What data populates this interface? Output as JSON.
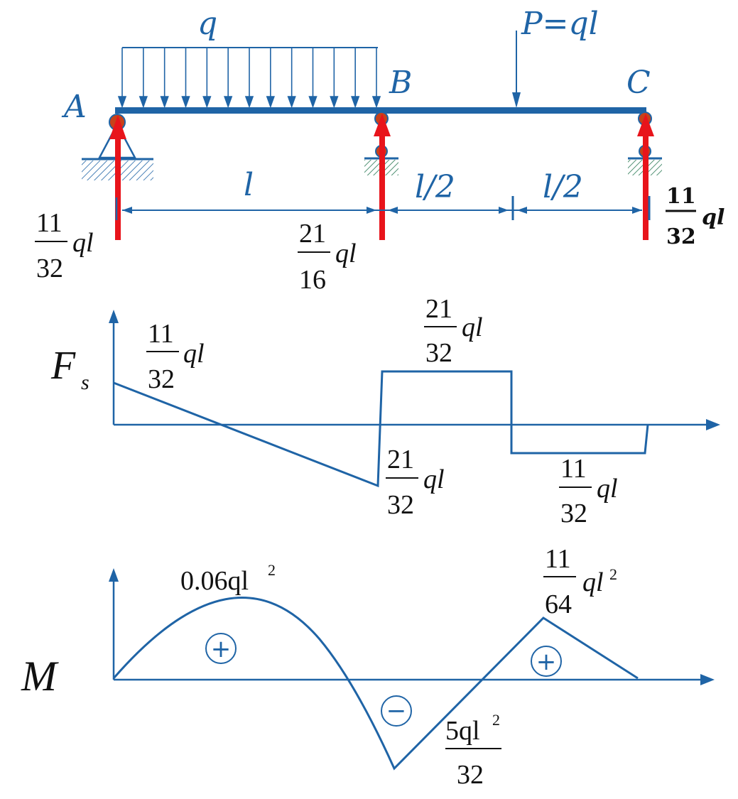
{
  "colors": {
    "structure": "#1f64a6",
    "reaction": "#e8141b",
    "hinge": "#c8411a",
    "text": "#111111"
  },
  "beam": {
    "load_q": "q",
    "load_P": "P=ql",
    "point_A": "A",
    "point_B": "B",
    "point_C": "C",
    "dim_AB": "l",
    "dim_BP": "l/2",
    "dim_PC": "l/2",
    "reaction_A": {
      "num": "11",
      "den": "32",
      "unit": "ql"
    },
    "reaction_B": {
      "num": "21",
      "den": "16",
      "unit": "ql"
    },
    "reaction_C": {
      "num": "11",
      "den": "32",
      "unit": "ql"
    }
  },
  "shear": {
    "label": "F",
    "subscript": "s",
    "val_A": {
      "num": "11",
      "den": "32",
      "unit": "ql"
    },
    "val_B_right": {
      "num": "21",
      "den": "32",
      "unit": "ql"
    },
    "val_B_left": {
      "num": "21",
      "den": "32",
      "unit": "ql"
    },
    "val_C": {
      "num": "11",
      "den": "32",
      "unit": "ql"
    }
  },
  "moment": {
    "label": "M",
    "max_span": "0.06ql",
    "max_span_exp": "2",
    "peak_num": "11",
    "peak_den": "64",
    "peak_unit": "ql",
    "peak_exp": "2",
    "min_num": "5ql",
    "min_num_exp": "2",
    "min_den": "32",
    "sign_pos_1": "+",
    "sign_neg": "−",
    "sign_pos_2": "+"
  }
}
